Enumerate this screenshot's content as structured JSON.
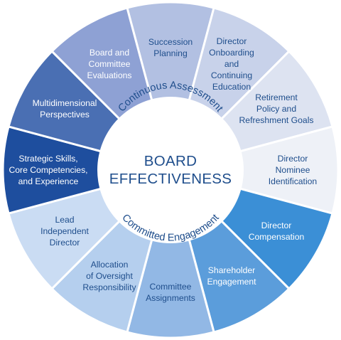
{
  "center": {
    "title_line1": "BOARD",
    "title_line2": "EFFECTIVENESS",
    "arc_top": "Continuous Assessment",
    "arc_bottom": "Committed Engagement"
  },
  "segments": [
    {
      "lines": [
        "Succession",
        "Planning"
      ],
      "fill": "#b2c0e2",
      "text_color": "#1f4e8c"
    },
    {
      "lines": [
        "Director",
        "Onboarding",
        "and",
        "Continuing",
        "Education"
      ],
      "fill": "#c8d2ea",
      "text_color": "#1f4e8c"
    },
    {
      "lines": [
        "Retirement",
        "Policy and",
        "Refreshment Goals"
      ],
      "fill": "#dde3f1",
      "text_color": "#1f4e8c"
    },
    {
      "lines": [
        "Director",
        "Nominee",
        "Identification"
      ],
      "fill": "#eef1f7",
      "text_color": "#1f4e8c"
    },
    {
      "lines": [
        "Director",
        "Compensation"
      ],
      "fill": "#3b8fd6",
      "text_color": "#ffffff"
    },
    {
      "lines": [
        "Shareholder",
        "Engagement"
      ],
      "fill": "#5b9ddb",
      "text_color": "#ffffff"
    },
    {
      "lines": [
        "Committee",
        "Assignments"
      ],
      "fill": "#92b8e5",
      "text_color": "#1f4e8c"
    },
    {
      "lines": [
        "Allocation",
        "of Oversight",
        "Responsibility"
      ],
      "fill": "#b5cfee",
      "text_color": "#1f4e8c"
    },
    {
      "lines": [
        "Lead",
        "Independent",
        "Director"
      ],
      "fill": "#cadcf3",
      "text_color": "#1f4e8c"
    },
    {
      "lines": [
        "Strategic Skills,",
        "Core Competencies,",
        "and Experience"
      ],
      "fill": "#1e4e9e",
      "text_color": "#ffffff"
    },
    {
      "lines": [
        "Multidimensional",
        "Perspectives"
      ],
      "fill": "#4a6fb3",
      "text_color": "#ffffff"
    },
    {
      "lines": [
        "Board and",
        "Committee",
        "Evaluations"
      ],
      "fill": "#8ea1d4",
      "text_color": "#ffffff"
    }
  ]
}
